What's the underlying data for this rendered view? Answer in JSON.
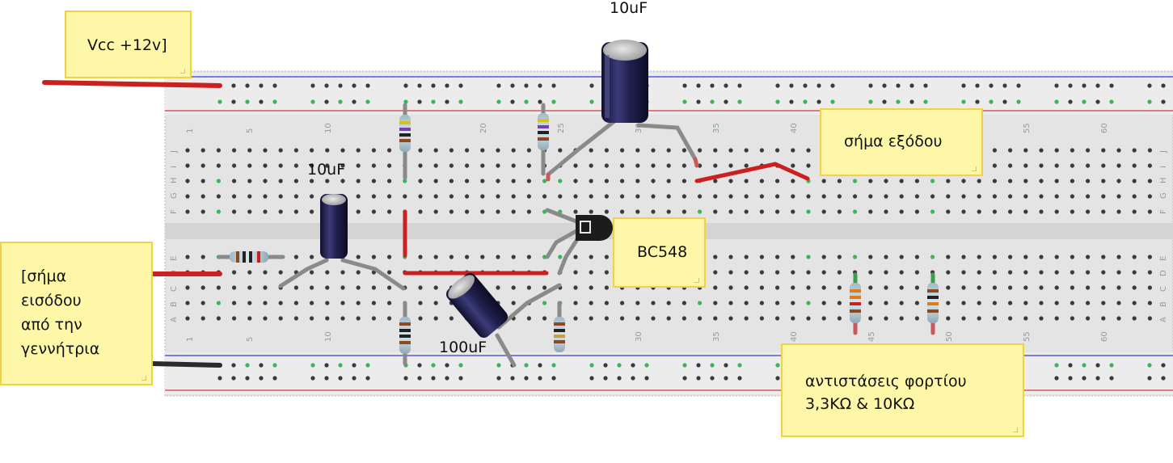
{
  "notes": {
    "vcc": "Vcc +12v]",
    "output_signal": "σήμα εξόδου",
    "transistor": "BC548",
    "input_signal": [
      "[σήμα",
      "εισόδου",
      "από την",
      "γεννήτρια"
    ],
    "load_resistors": [
      "αντιστάσεις φορτίου",
      "3,3ΚΩ & 10ΚΩ"
    ]
  },
  "component_labels": {
    "cap_top": "10uF",
    "cap_left": "10uF",
    "cap_bottom": "100uF"
  },
  "breadboard": {
    "column_numbers": [
      "1",
      "5",
      "10",
      "20",
      "25",
      "30",
      "35",
      "40",
      "45",
      "50",
      "55",
      "60"
    ],
    "row_letters_top": [
      "J",
      "I",
      "H",
      "G",
      "F"
    ],
    "row_letters_bottom": [
      "E",
      "D",
      "C",
      "B",
      "A"
    ]
  },
  "colors": {
    "note_fill": "#fff7a8",
    "note_border": "#f2d243",
    "wire_red": "#cc1f1f",
    "wire_black": "#2b2b2b",
    "lead_gray": "#8a8a8a",
    "capacitor_body": "#20204e",
    "rail_blue": "#3a3ad8",
    "rail_red": "#d43a3a"
  }
}
